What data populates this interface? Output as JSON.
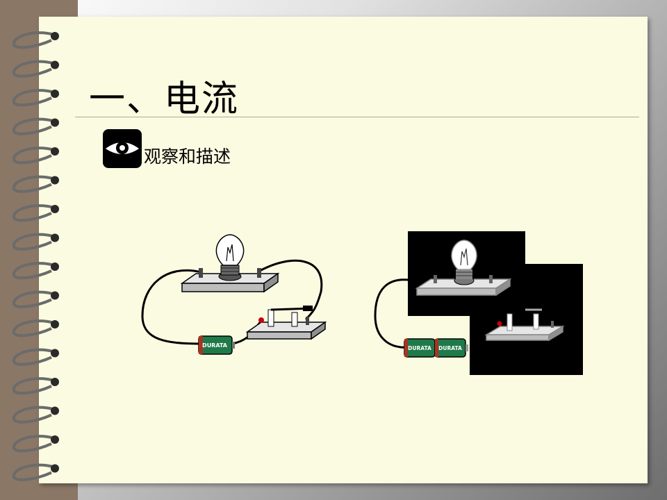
{
  "slide": {
    "title": "一、电流",
    "bullet_icon": "eye-icon",
    "bullet_text": "观察和描述"
  },
  "battery": {
    "brand": "DURATA"
  },
  "colors": {
    "spine": "#8b7766",
    "page": "#fbfbe2",
    "ring": "#6b6b6b",
    "base": "#d2d2d2",
    "battery": "#1f7a4a"
  }
}
